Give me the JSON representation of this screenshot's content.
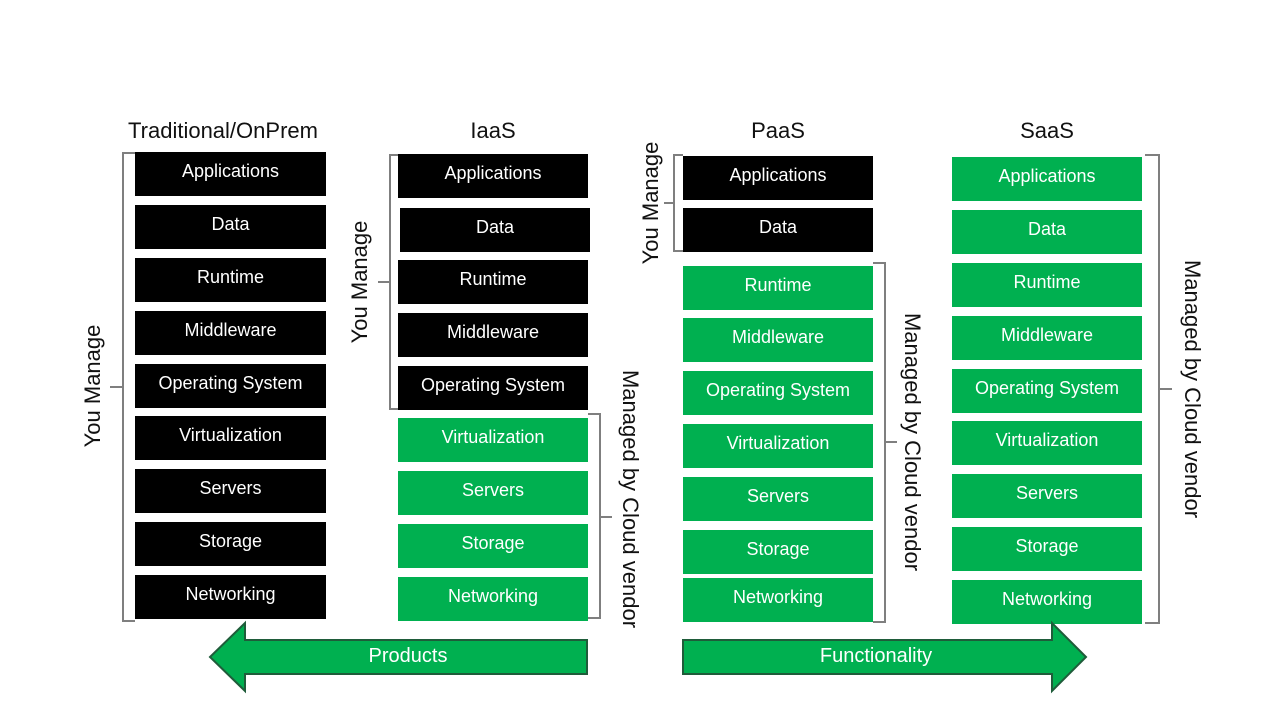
{
  "columns": [
    {
      "title": "Traditional/OnPrem",
      "items": [
        "Applications",
        "Data",
        "Runtime",
        "Middleware",
        "Operating System",
        "Virtualization",
        "Servers",
        "Storage",
        "Networking"
      ]
    },
    {
      "title": "IaaS",
      "items": [
        "Applications",
        "Data",
        "Runtime",
        "Middleware",
        "Operating System",
        "Virtualization",
        "Servers",
        "Storage",
        "Networking"
      ]
    },
    {
      "title": "PaaS",
      "items": [
        "Applications",
        "Data",
        "Runtime",
        "Middleware",
        "Operating System",
        "Virtualization",
        "Servers",
        "Storage",
        "Networking"
      ]
    },
    {
      "title": "SaaS",
      "items": [
        "Applications",
        "Data",
        "Runtime",
        "Middleware",
        "Operating System",
        "Virtualization",
        "Servers",
        "Storage",
        "Networking"
      ]
    }
  ],
  "labels": {
    "you_manage": "You Manage",
    "managed_by_vendor": "Managed by Cloud vendor"
  },
  "arrows": {
    "left": "Products",
    "right": "Functionality"
  },
  "colors": {
    "self_managed": "#000000",
    "vendor_managed": "#00b050",
    "bracket": "#7f7f7f",
    "arrow_fill": "#00b050",
    "arrow_stroke": "#1f5c3a"
  }
}
